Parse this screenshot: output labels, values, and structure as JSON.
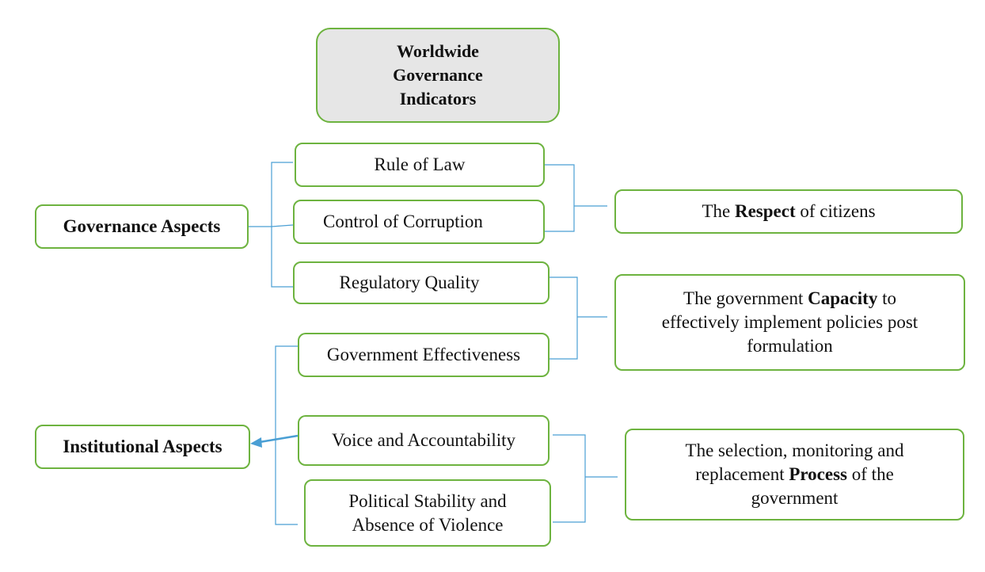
{
  "title": {
    "line1": "Worldwide",
    "line2": "Governance",
    "line3": "Indicators"
  },
  "aspects": {
    "governance": "Governance Aspects",
    "institutional": "Institutional Aspects"
  },
  "indicators": {
    "rule_of_law": "Rule of Law",
    "control_of_corruption": "Control of Corruption",
    "regulatory_quality": "Regulatory Quality",
    "government_effectiveness": "Government Effectiveness",
    "voice_accountability": "Voice and Accountability",
    "political_stability_line1": "Political Stability and",
    "political_stability_line2": "Absence of Violence"
  },
  "outcomes": {
    "respect": {
      "pre": "The ",
      "bold": "Respect",
      "post": " of citizens"
    },
    "capacity": {
      "pre": "The government ",
      "bold": "Capacity",
      "post": " to",
      "line2": "effectively implement policies post",
      "line3": "formulation"
    },
    "process": {
      "line1": "The selection, monitoring and",
      "pre": "replacement ",
      "bold": "Process",
      "post": " of the",
      "line3": "government"
    }
  },
  "colors": {
    "box_border": "#6db33f",
    "connector": "#4a9fd4",
    "title_fill": "#e6e6e6"
  }
}
